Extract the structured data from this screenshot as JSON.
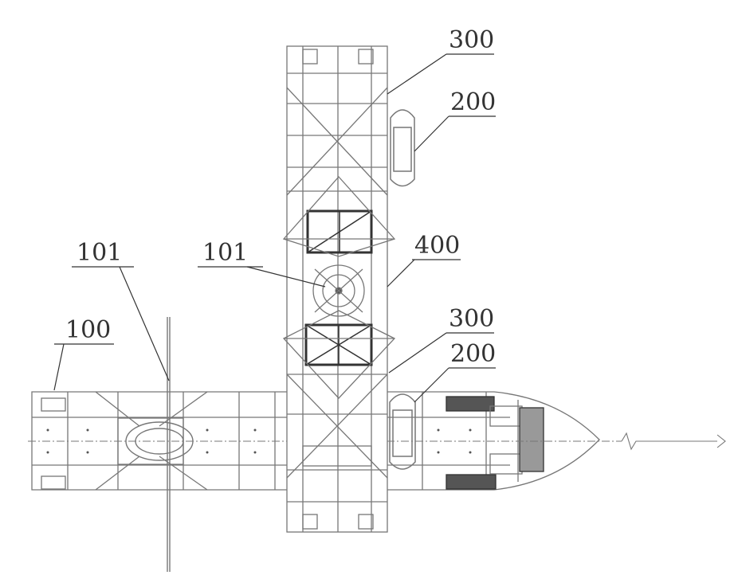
{
  "figure": {
    "labels": {
      "vessel": "100",
      "rotor_left": "101",
      "rotor_center": "101",
      "boat_top": "200",
      "boat_bottom": "200",
      "deck_top": "300",
      "deck_bottom": "300",
      "crossing_structure": "400"
    }
  },
  "colors": {
    "line": "#777777",
    "dark": "#333333",
    "label": "#333333",
    "background": "#ffffff"
  }
}
